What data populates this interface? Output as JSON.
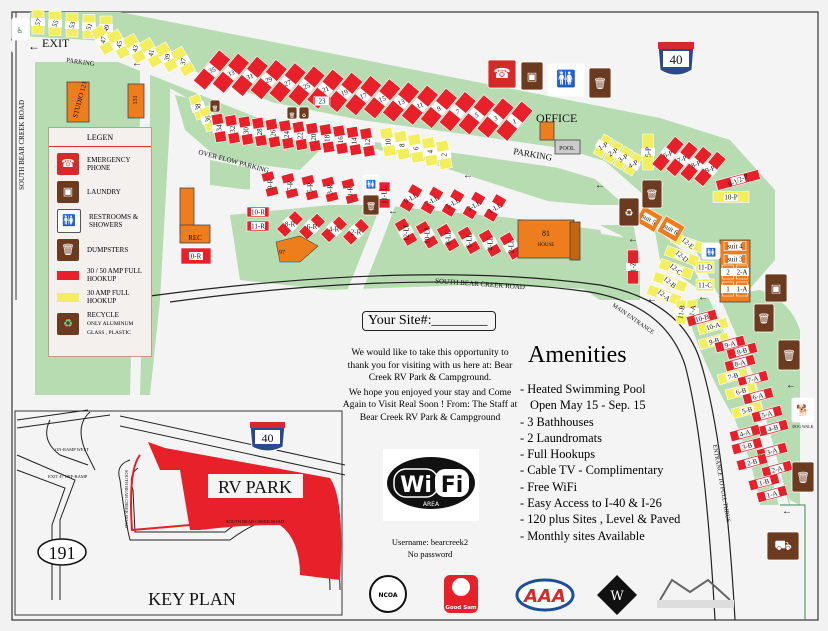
{
  "colors": {
    "full_hookup_30_50": "#e8202a",
    "full_hookup_30": "#f3ee5c",
    "grass": "#b7dcb1",
    "road": "#f4f4f4",
    "sign_brown": "#6b3a1f",
    "building": "#ee7d1e"
  },
  "map": {
    "exit_label": "EXIT",
    "parking_labels": [
      "PARKING",
      "PARKING"
    ],
    "overflow_parking": "OVER FLOW PARKING",
    "office_label": "OFFICE",
    "pool_label": "POOL",
    "road_west": "SOUTH BEAR CREEK ROAD",
    "road_south": "SOUTH BEAR CREEK ROAD",
    "main_entrance": "MAIN ENTRANCE",
    "pull_thru_entrance": "ENTRANCE TO PULL THRUS",
    "interstate": "40",
    "dog_walk": "DOG WALK",
    "buildings": {
      "studio": "STUDIO 121",
      "unit_131": "131",
      "rec": "REC",
      "unit_97": "97",
      "house": "81",
      "house_sub": "HOUSE"
    },
    "sites": {
      "top_yellow_a": [
        "57",
        "55",
        "53",
        "51",
        "49"
      ],
      "top_yellow_b": [
        "47",
        "45",
        "43",
        "41",
        "39",
        "37"
      ],
      "top_red": [
        "35",
        "33",
        "31",
        "29",
        "27",
        "25",
        "21",
        "19",
        "17",
        "15",
        "13",
        "11",
        "9",
        "7",
        "5",
        "3",
        "1"
      ],
      "site_23": "23",
      "inner_yellow_left": [
        "38",
        "36"
      ],
      "inner_red": [
        "34",
        "32",
        "30",
        "28",
        "26",
        "24",
        "22",
        "20",
        "18",
        "16",
        "14",
        "12"
      ],
      "inner_yellow_right": [
        "10",
        "8",
        "6",
        "4",
        "2"
      ],
      "r_upper": [
        "9-R",
        "7-R",
        "5-R",
        "3-R",
        "1-R"
      ],
      "r_boxes": [
        "10-R",
        "11-R"
      ],
      "r_lower": [
        "8-R",
        "6-R",
        "4-R",
        "2-R"
      ],
      "r_zero": "0-R",
      "ll_single": "11-LL",
      "ll_upper": [
        "9-LL",
        "7-LL",
        "5-LL",
        "3-LL",
        "1-LL"
      ],
      "ll_lower": [
        "12-LL",
        "10-LL",
        "8-LL",
        "6-LL",
        "4-LL",
        "2-LL"
      ],
      "p_yellow": [
        "1-P",
        "2-P",
        "3-P",
        "4-P"
      ],
      "p_5": "5-P",
      "p_red": [
        "6-P",
        "7-P",
        "8-P",
        "9-P",
        "9-1/2-P"
      ],
      "p_10": "10-P",
      "suites_left": [
        "suit 5",
        "suit 6"
      ],
      "site_12": [
        "12-E",
        "12-D",
        "12-C",
        "12-B",
        "12-A"
      ],
      "suites_right": [
        "suit 4",
        "suit 3"
      ],
      "units_right": [
        "2",
        "2-A",
        "1",
        "1-A"
      ],
      "site_11": [
        "11-D",
        "11-C",
        "11-B",
        "11-A"
      ],
      "site_1z": "1-Z",
      "pull_thru": [
        "10-B",
        "10-A",
        "9-B",
        "9-A",
        "8-B",
        "8-A",
        "7-B",
        "7-A",
        "6-B",
        "6-A",
        "5-B",
        "5-A",
        "4-B",
        "4-A",
        "3-B",
        "3-A",
        "2-B",
        "2-A",
        "1-B",
        "1-A"
      ]
    }
  },
  "legend": {
    "title": "LEGEN",
    "items": [
      {
        "icon": "phone-icon",
        "label": "EMERGENCY PHONE"
      },
      {
        "icon": "laundry-icon",
        "label": "LAUNDRY"
      },
      {
        "icon": "restroom-icon",
        "label": "RESTROOMS & SHOWERS"
      },
      {
        "icon": "dumpster-icon",
        "label": "DUMPSTERS"
      },
      {
        "icon": "red-swatch",
        "label": "30 / 50 AMP FULL HOOKUP"
      },
      {
        "icon": "yellow-swatch",
        "label": "30  AMP FULL HOOKUP"
      },
      {
        "icon": "recycle-icon",
        "label": "RECYCLE",
        "sub": "ONLY ALUMINUM GLASS , PLASTIC"
      }
    ]
  },
  "site_box": {
    "label": "Your Site#:",
    "value": "________"
  },
  "thanks": {
    "p1": "We would like to take this opportunity to thank you for visiting with us here at: Bear Creek RV Park & Campground.",
    "p2": "We hope you enjoyed your stay and Come Again to Visit Real Soon ! From: The Staff at Bear Creek RV Park & Campground"
  },
  "wifi": {
    "logo_text": "WiFi",
    "logo_sub": "AREA",
    "username": "Username: bearcreek2",
    "password": "No password"
  },
  "amenities": {
    "title": "Amenities",
    "items": [
      "- Heated Swimming Pool",
      "  Open May 15 - Sep. 15",
      "- 3 Bathhouses",
      "- 2 Laundromats",
      "- Full Hookups",
      "- Cable TV - Complimentary",
      "- Free WiFi",
      "- Easy Access to I-40 & I-26",
      "- 120 plus Sites , Level & Paved",
      "- Monthly sites Available"
    ]
  },
  "key_plan": {
    "title": "KEY PLAN",
    "park_label": "RV PARK",
    "interstate": "40",
    "highway": "191",
    "on_ramp": "ON-RAMP WEST",
    "off_ramp": "EXIT 47 OFF-RAMP",
    "road_vertical": "SOUTH BEAR CREEK ROAD",
    "road_horizontal": "SOUTH BEAR CREEK ROAD"
  },
  "logos": [
    "NCOA",
    "Good Sam Park",
    "AAA",
    "W",
    "Real estate logo"
  ]
}
